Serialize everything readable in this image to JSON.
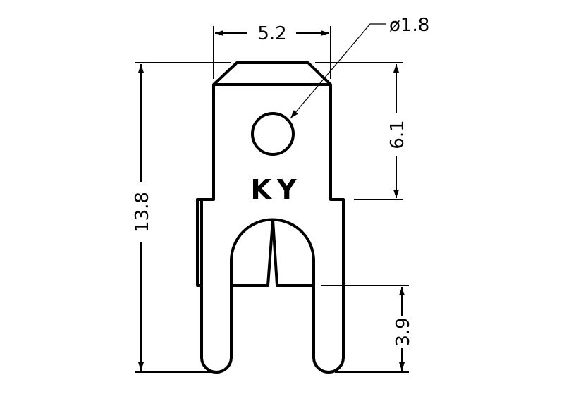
{
  "drawing": {
    "part_marking": "KY",
    "dimensions": {
      "width_top": "5.2",
      "hole_diameter": "ø1.8",
      "upper_height": "6.1",
      "total_height": "13.8",
      "leg_gap_height": "3.9"
    },
    "line_color": "#000000",
    "background": "#ffffff"
  }
}
